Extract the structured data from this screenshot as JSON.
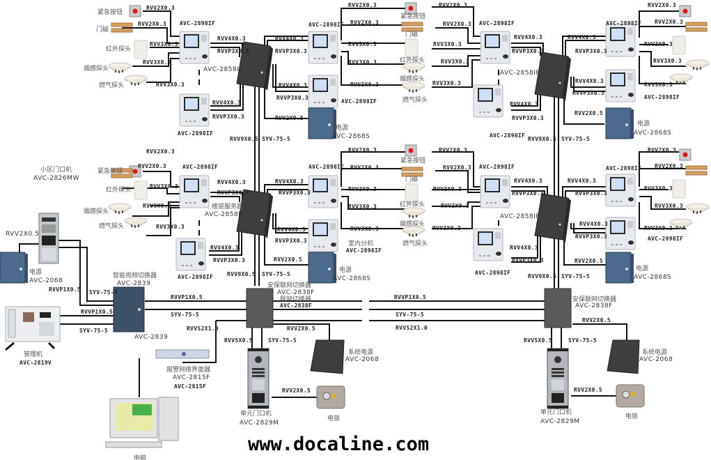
{
  "diagram": {
    "title": "Building intercom & security network wiring diagram",
    "watermark": "www.docaline.com",
    "colors": {
      "wire": "#111111",
      "monitor_body": "#e4e8ec",
      "monitor_screen": "#cfe0f4",
      "distributor": "#4a4a4a",
      "power_supply": "#4c6a8c",
      "switch": "#5a5a5a",
      "alarm_red": "#e01818",
      "door_mag": "#d4a060"
    },
    "labels": {
      "cable_rvv2_03": "RVV2X0.3",
      "cable_rvv3_03": "RVV3X0.3",
      "cable_rvv4_03": "RVV4X0.3",
      "cable_rvvp3_03": "RVVP3X0.3",
      "cable_rvv2_05": "RVV2X0.5",
      "cable_rvv9_05": "RVV9X0.5",
      "cable_syv": "SYV-75-5",
      "cable_rvvp1_05": "RVVP1X0.5",
      "cable_rvvs2_10": "RVVS2X1.0",
      "cable_rvv5_05": "RVV5X0.5",
      "emergency_button": "紧急按钮",
      "door_magnet": "门磁",
      "ir_detector": "红外探头",
      "smoke_detector": "烟感探头",
      "gas_detector": "燃气探头",
      "indoor_monitor_model": "AVC-2898IF",
      "indoor_monitor_name": "室内分机",
      "distributor_model": "AVC-2858IF",
      "distributor_name": "楼层服务器",
      "power_name": "电源",
      "power_model": "AVC-2868S",
      "community_gate_name": "小区门口机",
      "community_gate_model": "AVC-2826MW",
      "gate_power_name": "电源",
      "gate_power_model": "AVC-2068",
      "video_switch_name": "智能视频切换器",
      "video_switch_model": "AVC-2839",
      "manager_name": "管理机",
      "manager_model": "AVC-2819V",
      "alarm_interface_name": "报警网络界面器",
      "alarm_interface_model": "AVC-2815F",
      "computer_name": "电脑",
      "net_switch_name": "安保联网切换器",
      "net_switch_model": "AVC-2838F",
      "net_switch_name2": "联网切换器",
      "system_power_name": "系统电源",
      "system_power_model": "AVC-2068",
      "unit_door_name": "单元门口机",
      "unit_door_model": "AVC-2829M",
      "electric_lock": "电锁"
    }
  }
}
